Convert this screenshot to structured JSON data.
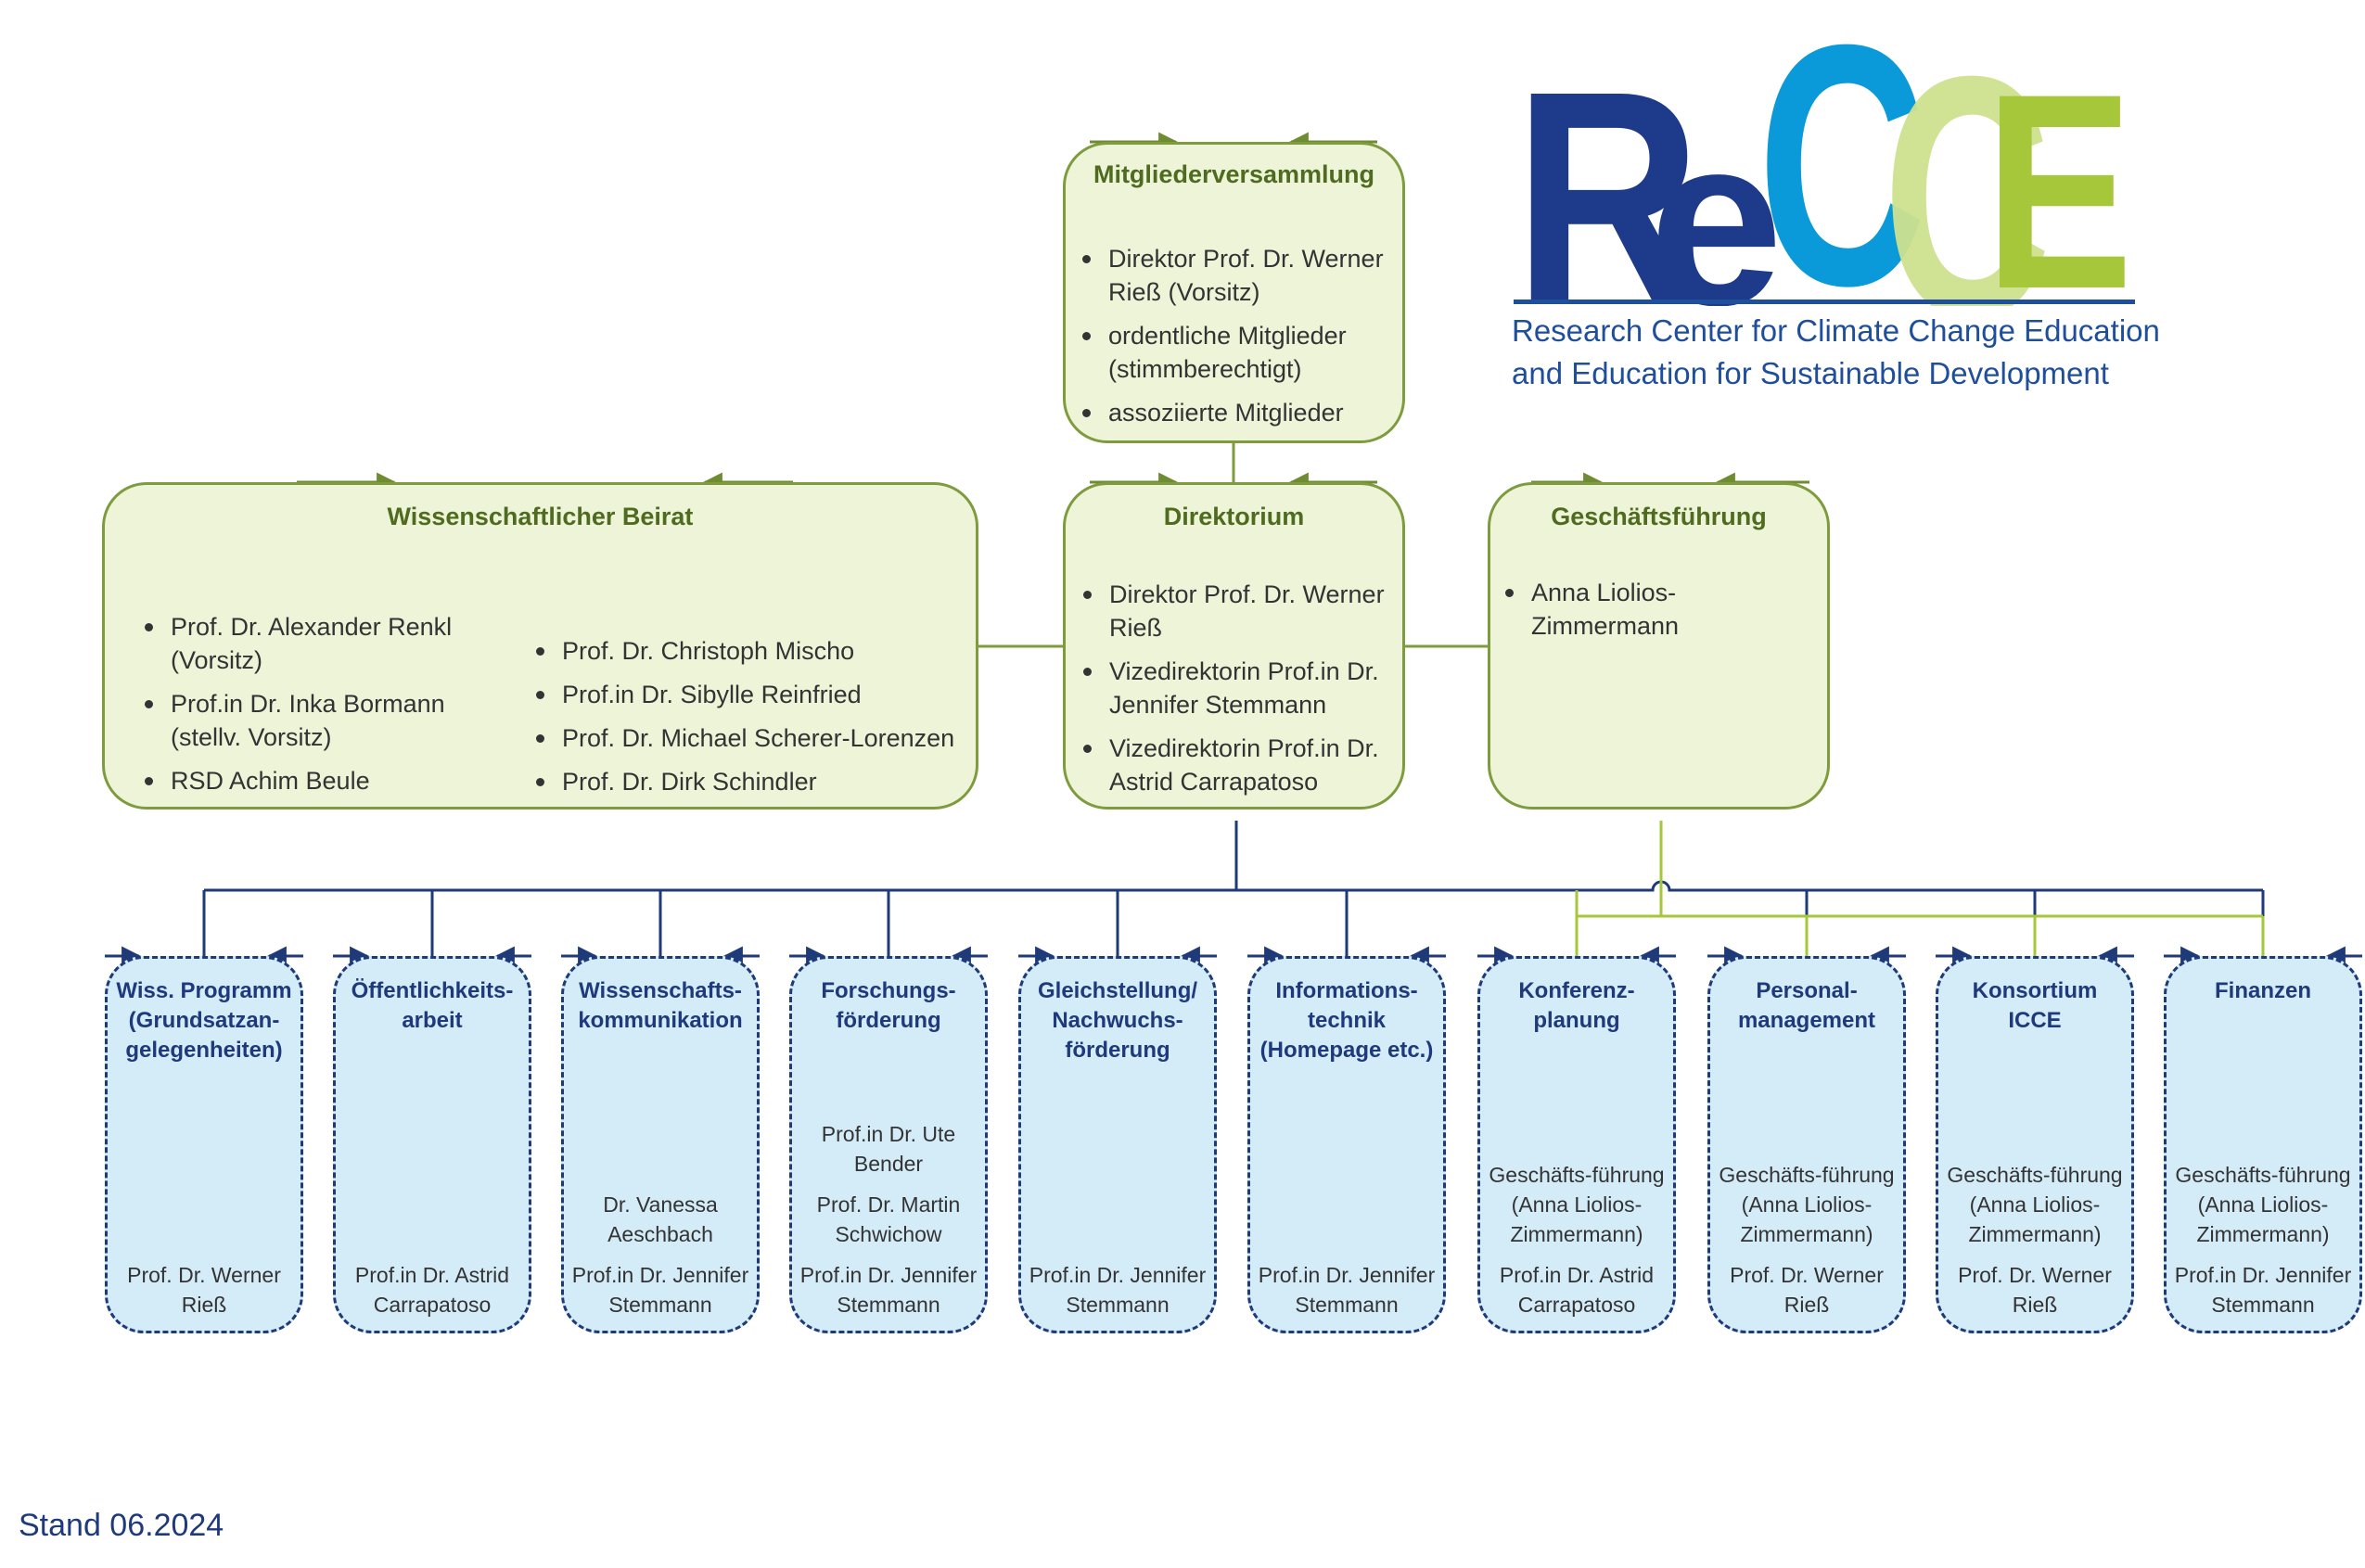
{
  "logo": {
    "letters": [
      "R",
      "e",
      "C",
      "C",
      "E"
    ],
    "subtitle_line1": "Research Center for Climate Change Education",
    "subtitle_line2": "and Education for Sustainable Development",
    "colors": {
      "navy": "#1e3a8a",
      "light_blue": "#a8cdef",
      "sky": "#0b9ad9",
      "pale_green": "#cde08e",
      "lime": "#a6c73a"
    }
  },
  "mitgliederversammlung": {
    "title": "Mitgliederversammlung",
    "items": [
      "Direktor Prof. Dr. Werner Rieß (Vorsitz)",
      "ordentliche Mitglieder (stimmberechtigt)",
      "assoziierte Mitglieder"
    ]
  },
  "beirat": {
    "title": "Wissenschaftlicher Beirat",
    "items_left": [
      "Prof. Dr. Alexander Renkl (Vorsitz)",
      "Prof.in Dr. Inka Bormann (stellv. Vorsitz)",
      "RSD Achim Beule"
    ],
    "items_right": [
      "Prof. Dr. Christoph Mischo",
      "Prof.in Dr. Sibylle Reinfried",
      "Prof. Dr. Michael Scherer-Lorenzen",
      "Prof. Dr. Dirk Schindler"
    ]
  },
  "direktorium": {
    "title": "Direktorium",
    "items": [
      "Direktor Prof. Dr. Werner Rieß",
      "Vizedirektorin Prof.in Dr. Jennifer Stemmann",
      "Vizedirektorin Prof.in Dr. Astrid Carrapatoso"
    ]
  },
  "geschaeftsfuehrung": {
    "title": "Geschäftsführung",
    "items": [
      "Anna Liolios-Zimmermann"
    ]
  },
  "units": [
    {
      "title": "Wiss. Programm (Grundsatzan-gelegenheiten)",
      "people": [
        "Prof. Dr. Werner Rieß"
      ]
    },
    {
      "title": "Öffentlichkeits-arbeit",
      "people": [
        "Prof.in Dr. Astrid Carrapatoso"
      ]
    },
    {
      "title": "Wissenschafts-kommunikation",
      "people": [
        "Dr. Vanessa Aeschbach",
        "Prof.in Dr. Jennifer Stemmann"
      ]
    },
    {
      "title": "Forschungs-förderung",
      "people": [
        "Prof.in Dr. Ute Bender",
        "Prof. Dr. Martin Schwichow",
        "Prof.in Dr. Jennifer Stemmann"
      ]
    },
    {
      "title": "Gleichstellung/ Nachwuchs-förderung",
      "people": [
        "Prof.in Dr. Jennifer Stemmann"
      ]
    },
    {
      "title": "Informations-technik (Homepage etc.)",
      "people": [
        "Prof.in Dr. Jennifer Stemmann"
      ]
    },
    {
      "title": "Konferenz-planung",
      "people": [
        "Geschäfts-führung (Anna Liolios-Zimmermann)",
        "Prof.in Dr. Astrid Carrapatoso"
      ]
    },
    {
      "title": "Personal-management",
      "people": [
        "Geschäfts-führung (Anna Liolios-Zimmermann)",
        "Prof. Dr. Werner Rieß"
      ]
    },
    {
      "title": "Konsortium ICCE",
      "people": [
        "Geschäfts-führung (Anna Liolios-Zimmermann)",
        "Prof. Dr. Werner Rieß"
      ]
    },
    {
      "title": "Finanzen",
      "people": [
        "Geschäfts-führung (Anna Liolios-Zimmermann)",
        "Prof.in Dr. Jennifer Stemmann"
      ]
    }
  ],
  "stand": "Stand 06.2024",
  "colors": {
    "green_border": "#7e9b3d",
    "green_fill": "#eef4d8",
    "navy_line": "#1e3a78",
    "blue_fill": "#d4ebf8",
    "lime_line": "#a6c73a"
  }
}
